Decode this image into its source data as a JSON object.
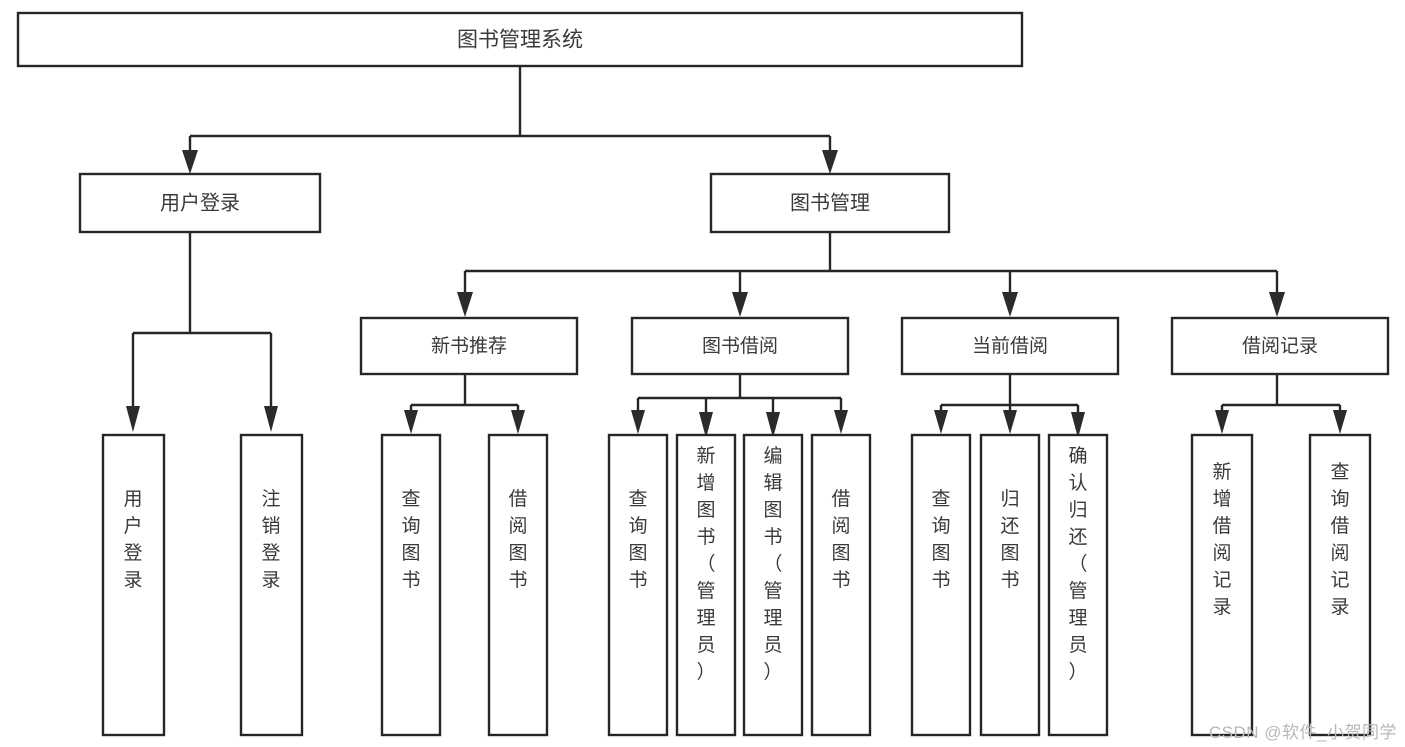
{
  "diagram": {
    "type": "tree",
    "title": "图书管理系统",
    "watermark": "CSDN @软件_小贺同学",
    "colors": {
      "background": "#ffffff",
      "box_stroke": "#262626",
      "box_fill": "#ffffff",
      "text": "#3a3a3a",
      "connector": "#262626",
      "watermark": "#b8b8b8"
    },
    "root": {
      "label": "图书管理系统",
      "orientation": "horizontal"
    },
    "level2": [
      {
        "label": "用户登录",
        "orientation": "horizontal"
      },
      {
        "label": "图书管理",
        "orientation": "horizontal"
      }
    ],
    "level3": [
      {
        "label": "新书推荐",
        "orientation": "horizontal"
      },
      {
        "label": "图书借阅",
        "orientation": "horizontal"
      },
      {
        "label": "当前借阅",
        "orientation": "horizontal"
      },
      {
        "label": "借阅记录",
        "orientation": "horizontal"
      }
    ],
    "leaves": {
      "user_login": [
        {
          "label": "用户登录",
          "orientation": "vertical"
        },
        {
          "label": "注销登录",
          "orientation": "vertical"
        }
      ],
      "new_book_recommend": [
        {
          "label": "查询图书",
          "orientation": "vertical"
        },
        {
          "label": "借阅图书",
          "orientation": "vertical"
        }
      ],
      "book_borrow": [
        {
          "label": "查询图书",
          "orientation": "vertical"
        },
        {
          "label": "新增图书（管理员）",
          "orientation": "vertical"
        },
        {
          "label": "编辑图书（管理员）",
          "orientation": "vertical"
        },
        {
          "label": "借阅图书",
          "orientation": "vertical"
        }
      ],
      "current_borrow": [
        {
          "label": "查询图书",
          "orientation": "vertical"
        },
        {
          "label": "归还图书",
          "orientation": "vertical"
        },
        {
          "label": "确认归还（管理员）",
          "orientation": "vertical"
        }
      ],
      "borrow_record": [
        {
          "label": "新增借阅记录",
          "orientation": "vertical"
        },
        {
          "label": "查询借阅记录",
          "orientation": "vertical"
        }
      ]
    }
  }
}
